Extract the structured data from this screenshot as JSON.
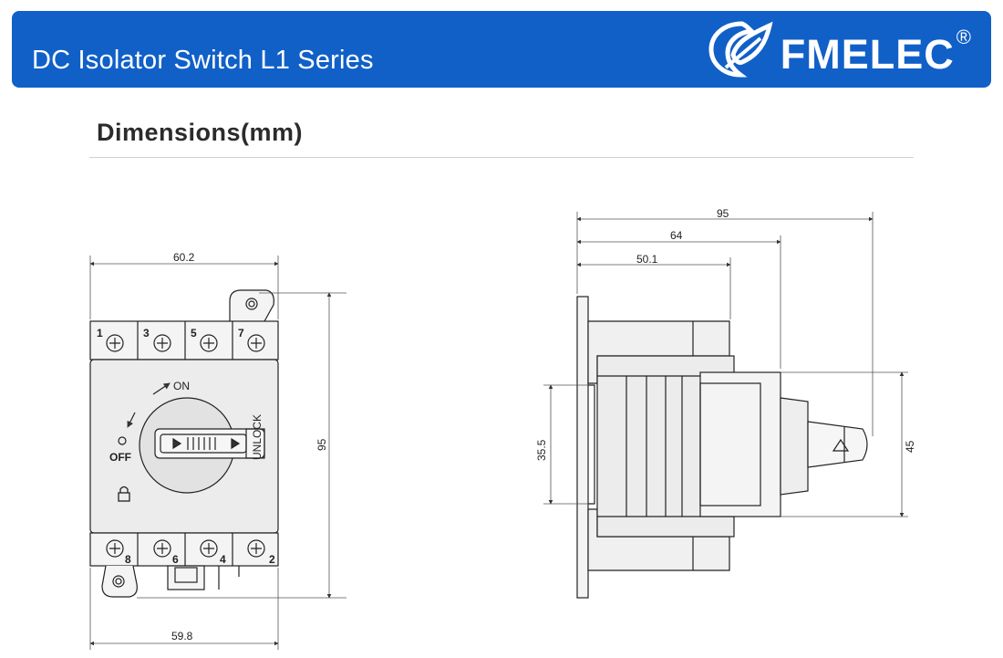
{
  "header": {
    "title": "DC Isolator Switch L1 Series",
    "brand": "FMELEC",
    "registered_mark": "®",
    "logo_icon": "fmelec-leaf-logo-icon"
  },
  "section": {
    "title": "Dimensions(mm)"
  },
  "front_view": {
    "width_top": "60.2",
    "width_bottom": "59.8",
    "height": "95",
    "top_terminals": [
      "1",
      "3",
      "5",
      "7"
    ],
    "bottom_terminals": [
      "8",
      "6",
      "4",
      "2"
    ],
    "on_label": "ON",
    "off_label": "OFF",
    "handle_label": "UNLOCK",
    "lock_icon": "padlock-icon"
  },
  "side_view": {
    "overall_depth": "95",
    "depth_to_front": "64",
    "depth_to_body": "50.1",
    "rail_height": "35.5",
    "handle_height": "45"
  }
}
